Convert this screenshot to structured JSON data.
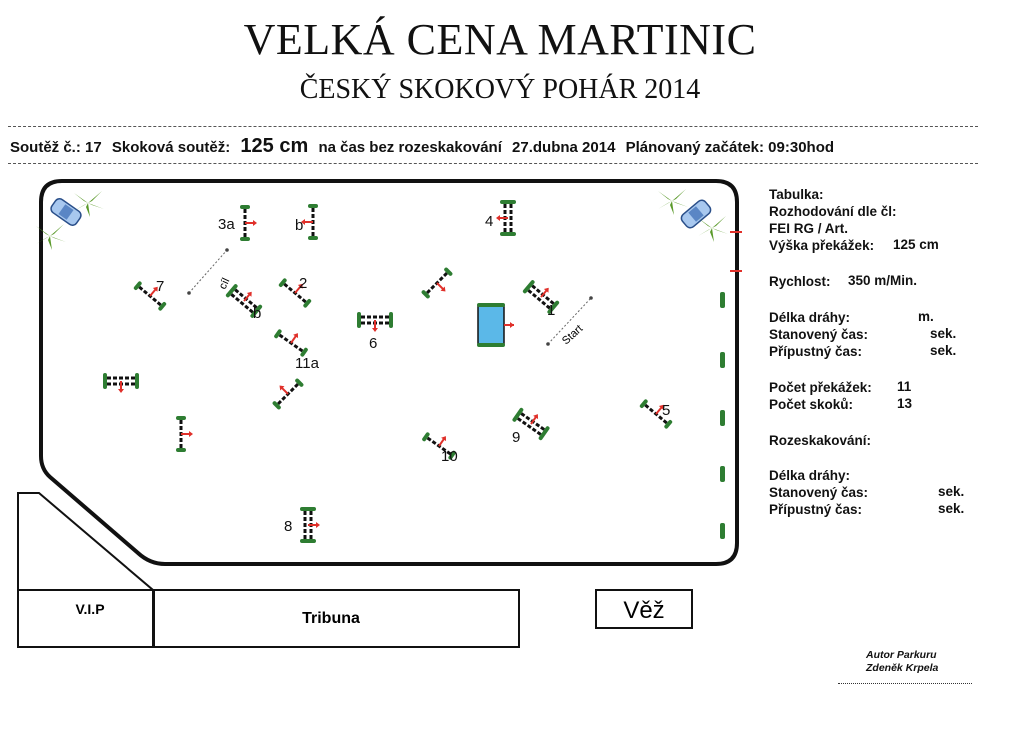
{
  "header": {
    "title": "VELKÁ CENA MARTINIC",
    "subtitle": "ČESKÝ SKOKOVÝ POHÁR 2014"
  },
  "info_line": {
    "competition": "Soutěž č.: 17",
    "type_label": "Skoková soutěž:",
    "height": "125 cm",
    "mode": "na čas bez rozeskakování",
    "date": "27.dubna 2014",
    "start": "Plánovaný začátek: 09:30hod"
  },
  "sidebar": {
    "table_label": "Tabulka:",
    "judging_label": "Rozhodování dle čl:",
    "judging_value": "FEI RG / Art.",
    "height_label": "Výška překážek:",
    "height_value": "125 cm",
    "speed_label": "Rychlost:",
    "speed_value": "350  m/Min.",
    "length_label": "Délka dráhy:",
    "length_unit": "m.",
    "set_time_label": "Stanovený čas:",
    "set_time_unit": "sek.",
    "allowed_time_label": "Přípustný čas:",
    "allowed_time_unit": "sek.",
    "obstacles_label": "Počet překážek:",
    "obstacles_value": "11",
    "jumps_label": "Počet skoků:",
    "jumps_value": "13",
    "jumpoff_label": "Rozeskakování:",
    "jo_length_label": "Délka dráhy:",
    "jo_set_time_label": "Stanovený čas:",
    "jo_set_time_unit": "sek.",
    "jo_allowed_time_label": "Přípustný čas:",
    "jo_allowed_time_unit": "sek."
  },
  "arena": {
    "labels": {
      "f1": "1",
      "f2": "2",
      "f3a": "3a",
      "f3b": "b",
      "f4": "4",
      "f5": "5",
      "f6": "6",
      "f7": "7",
      "f7b": "b",
      "f8": "8",
      "f9": "9",
      "f10": "10",
      "f11a": "11a",
      "start": "Start",
      "finish": "cíl"
    },
    "vip": "V.I.P",
    "tribune": "Tribuna",
    "tower": "Věž"
  },
  "author": {
    "line1": "Autor Parkuru",
    "line2": "Zdeněk Krpela"
  },
  "colors": {
    "fence": "#111111",
    "arrow": "#e0302a",
    "bush": "#2e7d32",
    "water": "#5bb8e8"
  }
}
